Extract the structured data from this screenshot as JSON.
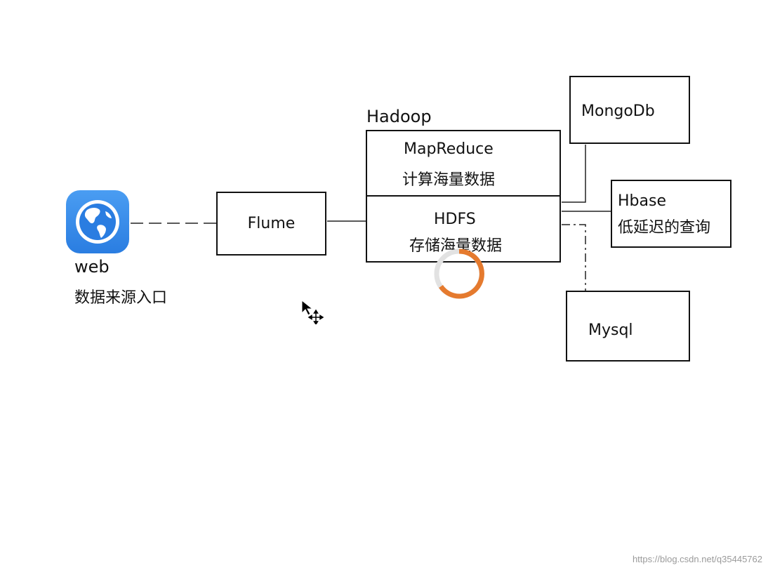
{
  "source": {
    "icon": "globe-icon",
    "name": "web",
    "description": "数据来源入口",
    "icon_color": "#2a7de1"
  },
  "flume": {
    "label": "Flume"
  },
  "hadoop": {
    "title": "Hadoop",
    "mapreduce": {
      "name": "MapReduce",
      "description": "计算海量数据"
    },
    "hdfs": {
      "name": "HDFS",
      "description": "存储海量数据"
    }
  },
  "mongodb": {
    "label": "MongoDb"
  },
  "hbase": {
    "name": "Hbase",
    "description": "低延迟的查询"
  },
  "mysql": {
    "label": "Mysql"
  },
  "overlay": {
    "spinner_color": "#e57a2e",
    "spinner_track_color": "#e2e2e2",
    "cursor_icon": "move-cursor-icon"
  },
  "watermark": "https://blog.csdn.net/q35445762"
}
